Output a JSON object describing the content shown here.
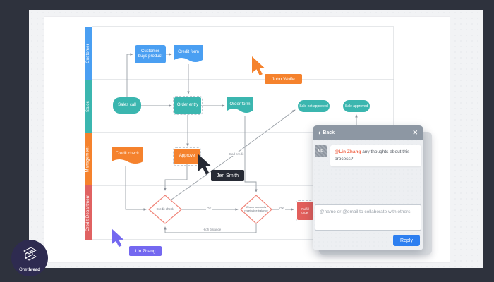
{
  "branding": {
    "logo_text_light": "One",
    "logo_text_bold": "thread"
  },
  "lanes": [
    {
      "label": "Customer"
    },
    {
      "label": "Sales"
    },
    {
      "label": "Management"
    },
    {
      "label": "Credit Department"
    }
  ],
  "shapes": {
    "customer_buys_product": {
      "label": "Customer buys product"
    },
    "credit_form": {
      "label": "Credit form"
    },
    "sales_call": {
      "label": "Sales call"
    },
    "order_entry": {
      "label": "Order entry"
    },
    "order_form": {
      "label": "Order form"
    },
    "sale_not_approved": {
      "label": "Sale not approved"
    },
    "sale_approved": {
      "label": "Sale approved"
    },
    "credit_check_doc": {
      "label": "Credit check"
    },
    "approve": {
      "label": "Approve"
    },
    "credit_check_diamond": {
      "label": "Credit check"
    },
    "check_ar_balance": {
      "label": "Check accounts receivable balance"
    },
    "fulfill_order": {
      "label": "Fulfill order"
    }
  },
  "edge_labels": {
    "bad_credit": "Bad credit",
    "ok_1": "OK",
    "ok_2": "OK",
    "high_balance": "High balance"
  },
  "cursors": [
    {
      "name": "John Wolfe"
    },
    {
      "name": "Jen Smith"
    },
    {
      "name": "Lin Zhang"
    }
  ],
  "comment_panel": {
    "back_chevron": "‹",
    "back_label": "Back",
    "close_icon": "✕",
    "avatar_initials": "MR",
    "comment_mention": "@Lin Zhang",
    "comment_text": " any thoughts about this process?",
    "input_placeholder": "@name or @email to collaborate with others",
    "reply_label": "Reply"
  },
  "colors": {
    "frame": "#2e323d",
    "lane_customer": "#4a9ff2",
    "lane_sales": "#3bb6af",
    "lane_management": "#f5822d",
    "lane_credit": "#e06262",
    "cursor_john_wolfe": "#f5822d",
    "cursor_jen_smith": "#272b35",
    "cursor_lin_zhang": "#7468f0",
    "reply_button": "#2d7ff0",
    "mention": "#f26b4f"
  }
}
